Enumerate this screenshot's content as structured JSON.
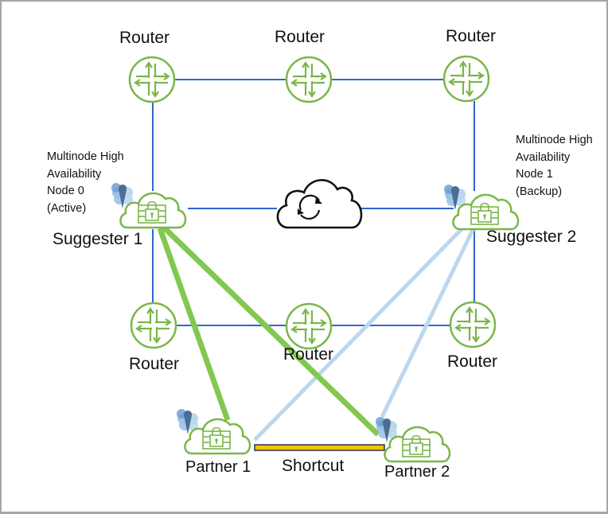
{
  "colors": {
    "router_green": "#7ab648",
    "link_blue": "#3366cc",
    "active_link_green": "#82c850",
    "backup_link_lightblue": "#bdd7ee",
    "shortcut_fill": "#ffc000",
    "shortcut_outline": "#333f50",
    "frame_gray": "#a6a6a6"
  },
  "routers": {
    "top_left": {
      "label": "Router",
      "icon": "router-icon"
    },
    "top_middle": {
      "label": "Router",
      "icon": "router-icon"
    },
    "top_right": {
      "label": "Router",
      "icon": "router-icon"
    },
    "bottom_left": {
      "label": "Router",
      "icon": "router-icon"
    },
    "bottom_middle": {
      "label": "Router",
      "icon": "router-icon"
    },
    "bottom_right": {
      "label": "Router",
      "icon": "router-icon"
    }
  },
  "internet_cloud": {
    "icon": "cloud-sync-icon"
  },
  "suggesters": [
    {
      "label": "Suggester 1",
      "description": [
        "Multinode High",
        "Availability",
        "Node 0",
        "(Active)"
      ],
      "icon": "firewall-cloud-icon"
    },
    {
      "label": "Suggester 2",
      "description": [
        "Multinode High",
        "Availability",
        "Node 1",
        "(Backup)"
      ],
      "icon": "firewall-cloud-icon"
    }
  ],
  "partners": [
    {
      "label": "Partner 1",
      "icon": "firewall-cloud-icon"
    },
    {
      "label": "Partner 2",
      "icon": "firewall-cloud-icon"
    }
  ],
  "shortcut": {
    "label": "Shortcut"
  }
}
